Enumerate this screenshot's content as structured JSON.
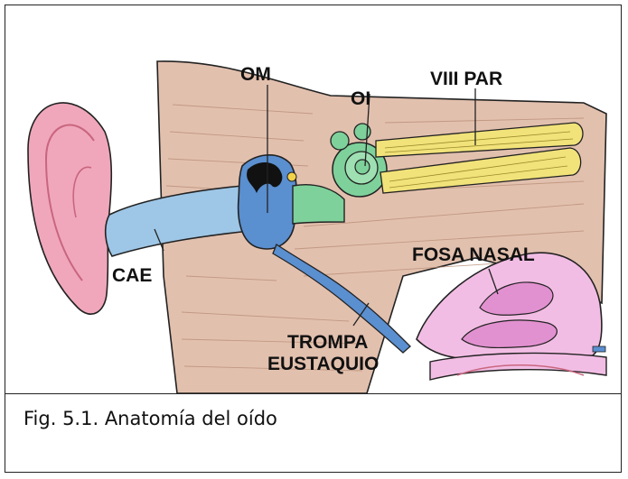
{
  "figure": {
    "labels": {
      "om": "OM",
      "oi": "OI",
      "viii_par": "VIII PAR",
      "fosa_nasal": "FOSA NASAL",
      "cae": "CAE",
      "trompa": "TROMPA",
      "eustaquio": "EUSTAQUIO"
    },
    "caption": "Fig. 5.1. Anatomía del oído"
  },
  "colors": {
    "bone": "#e2c0ae",
    "pinna": "#f0a7bb",
    "canal": "#9ec6e6",
    "middle_ear": "#5a8fd0",
    "inner_ear": "#7ed19a",
    "nerve": "#f1e27a",
    "nasal": "#f2bde4",
    "outline": "#222222"
  }
}
